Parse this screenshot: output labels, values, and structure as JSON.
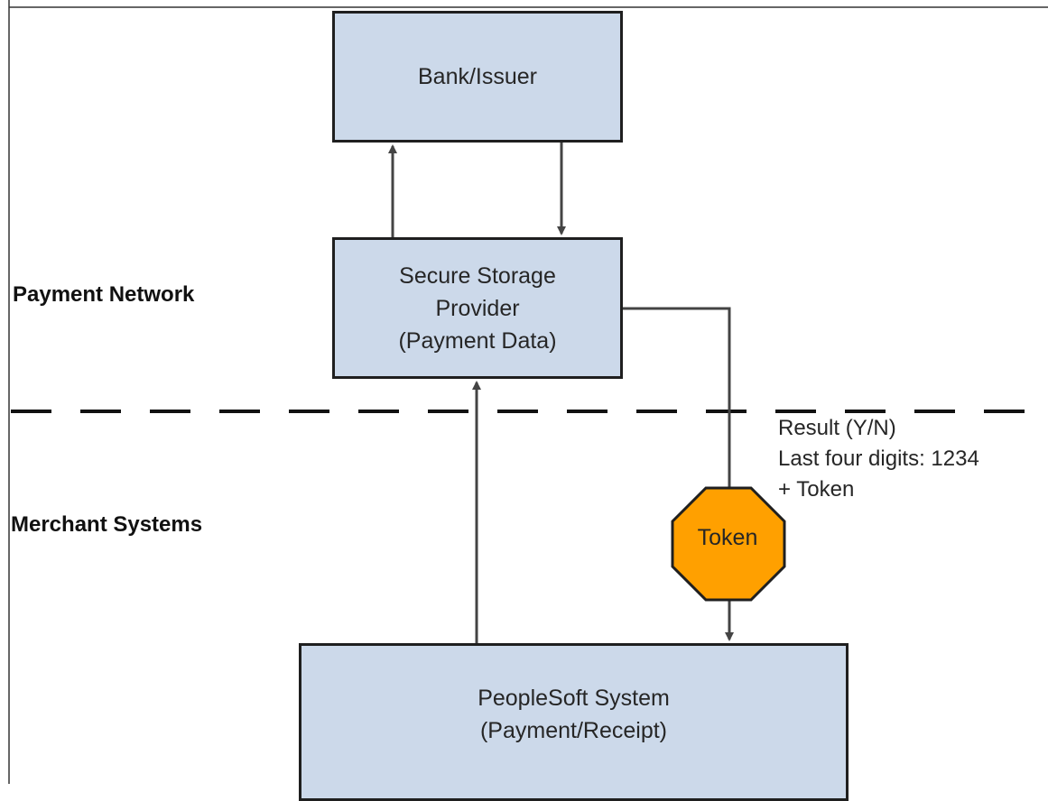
{
  "zones": {
    "payment_network": "Payment Network",
    "merchant_systems": "Merchant Systems"
  },
  "boxes": {
    "bank": {
      "line1": "Bank/Issuer"
    },
    "secure_storage": {
      "line1": "Secure Storage",
      "line2": "Provider",
      "line3": "(Payment Data)"
    },
    "peoplesoft": {
      "line1": "PeopleSoft System",
      "line2": "(Payment/Receipt)"
    }
  },
  "response": {
    "line1": "Result (Y/N)",
    "line2": "Last four digits: 1234",
    "line3": "+ Token"
  },
  "token": {
    "label": "Token"
  },
  "colors": {
    "box_fill": "#ccd9ea",
    "token_fill": "#ffa000",
    "line": "#444444"
  }
}
